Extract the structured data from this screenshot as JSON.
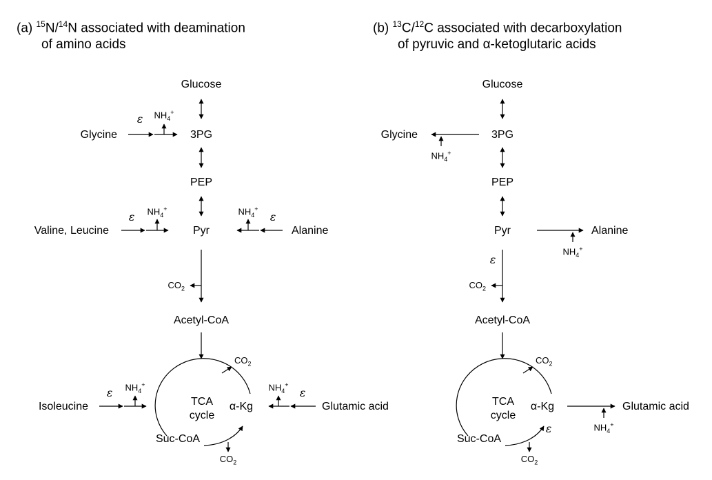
{
  "panel_a": {
    "heading_line1_prefix": "(a) ",
    "heading_iso1": "15",
    "heading_mid1": "N/",
    "heading_iso2": "14",
    "heading_mid2": "N associated with deamination",
    "heading_line2": "of amino acids",
    "nodes": {
      "glucose": "Glucose",
      "pg3": "3PG",
      "pep": "PEP",
      "pyr": "Pyr",
      "acetyl_coa": "Acetyl-CoA",
      "tca_line1": "TCA",
      "tca_line2": "cycle",
      "akg": "α-Kg",
      "suc_coa": "Suc-CoA",
      "glycine": "Glycine",
      "valine_leucine": "Valine, Leucine",
      "alanine": "Alanine",
      "isoleucine": "Isoleucine",
      "glutamic_acid": "Glutamic acid"
    }
  },
  "panel_b": {
    "heading_line1_prefix": "(b) ",
    "heading_iso1": "13",
    "heading_mid1": "C/",
    "heading_iso2": "12",
    "heading_mid2": "C associated with decarboxylation",
    "heading_line2": "of pyruvic and α-ketoglutaric acids",
    "nodes": {
      "glucose": "Glucose",
      "pg3": "3PG",
      "pep": "PEP",
      "pyr": "Pyr",
      "acetyl_coa": "Acetyl-CoA",
      "tca_line1": "TCA",
      "tca_line2": "cycle",
      "akg": "α-Kg",
      "suc_coa": "Suc-CoA",
      "glycine": "Glycine",
      "alanine": "Alanine",
      "glutamic_acid": "Glutamic acid"
    }
  },
  "symbols": {
    "epsilon": "ε",
    "nh": "NH",
    "nh_sub": "4",
    "nh_sup": "+",
    "co": "CO",
    "co_sub": "2"
  }
}
